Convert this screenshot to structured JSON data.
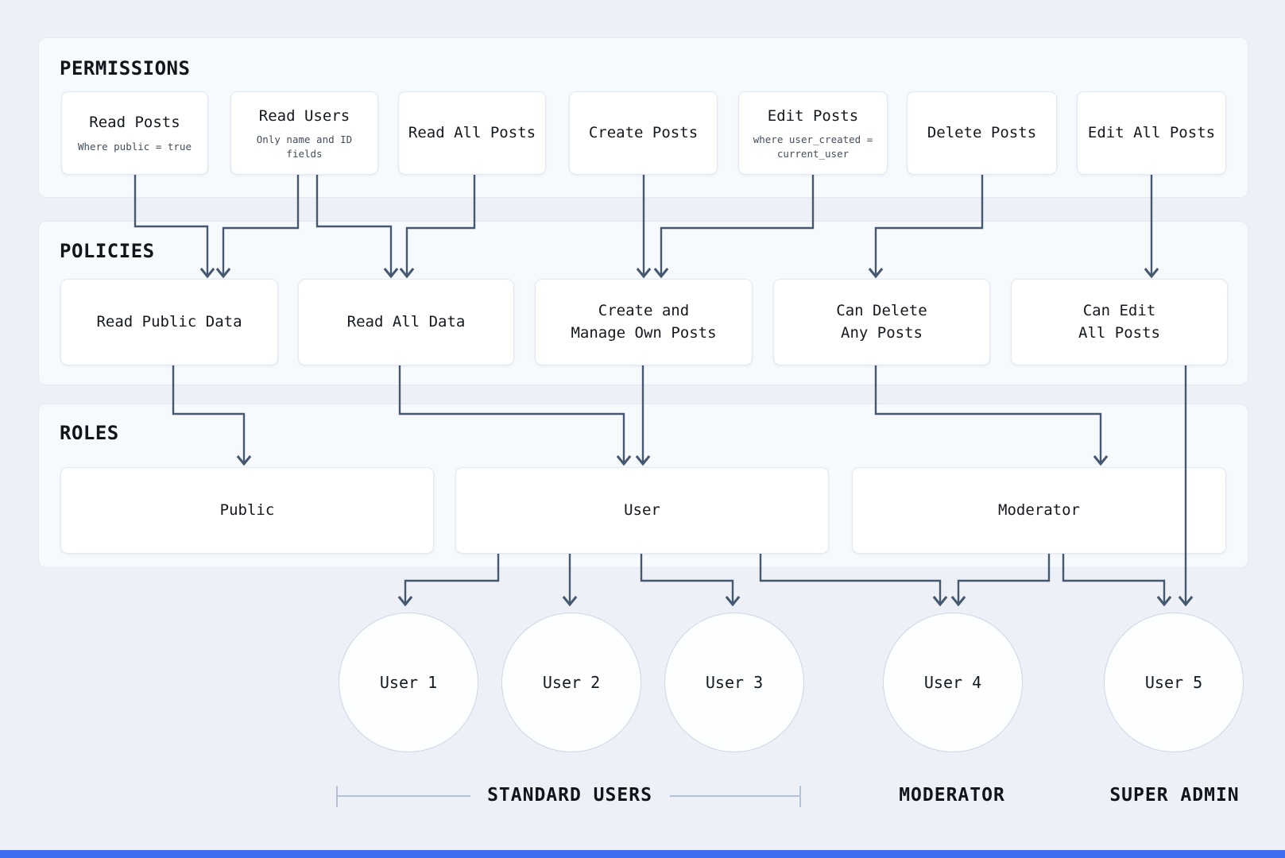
{
  "sections": {
    "permissions": {
      "title": "PERMISSIONS",
      "nodes": [
        {
          "title": "Read Posts",
          "subtitle": "Where public = true"
        },
        {
          "title": "Read Users",
          "subtitle": "Only name and ID fields"
        },
        {
          "title": "Read All Posts"
        },
        {
          "title": "Create Posts"
        },
        {
          "title": "Edit Posts",
          "subtitle": "where user_created =\ncurrent_user"
        },
        {
          "title": "Delete Posts"
        },
        {
          "title": "Edit All Posts"
        }
      ]
    },
    "policies": {
      "title": "POLICIES",
      "nodes": [
        {
          "title": "Read Public Data"
        },
        {
          "title": "Read All Data"
        },
        {
          "title": "Create and\nManage Own Posts"
        },
        {
          "title": "Can Delete\nAny Posts"
        },
        {
          "title": "Can Edit\nAll Posts"
        }
      ]
    },
    "roles": {
      "title": "ROLES",
      "nodes": [
        {
          "title": "Public"
        },
        {
          "title": "User"
        },
        {
          "title": "Moderator"
        }
      ]
    }
  },
  "users": [
    {
      "label": "User 1"
    },
    {
      "label": "User 2"
    },
    {
      "label": "User 3"
    },
    {
      "label": "User 4"
    },
    {
      "label": "User 5"
    }
  ],
  "groups": [
    {
      "label": "STANDARD USERS"
    },
    {
      "label": "MODERATOR"
    },
    {
      "label": "SUPER ADMIN"
    }
  ],
  "colors": {
    "background": "#edf1f7",
    "panel": "#f7fafd",
    "node": "#ffffff",
    "arrow": "#45586f",
    "bracket": "#b3c2d6",
    "accent_bar": "#3f6cf1"
  }
}
